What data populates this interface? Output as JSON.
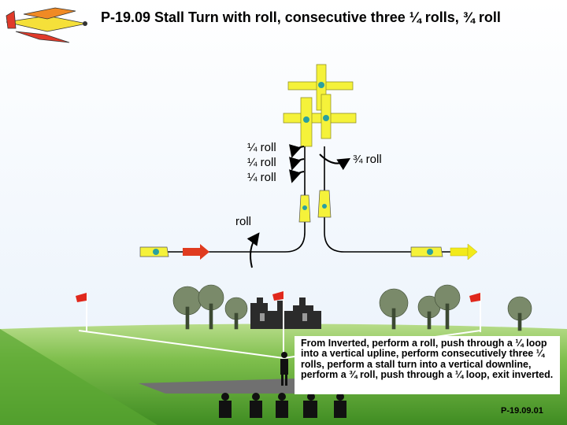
{
  "title": "P-19.09 Stall Turn with roll, consecutive three ¼ rolls, ¾ roll",
  "labels": {
    "quarter_roll_1": "¼  roll",
    "quarter_roll_2": "¼  roll",
    "quarter_roll_3": "¼  roll",
    "three_quarter_roll": "¾ roll",
    "roll": "roll"
  },
  "description": "From Inverted, perform a roll, push through a ¼ loop into a vertical upline, perform consecutively three ¼ rolls, perform a stall turn into a vertical downline, perform a ¾ roll, push through a ¼ loop, exit inverted.",
  "code": "P-19.09.01",
  "colors": {
    "sky": "#ffffff",
    "grass_far": "#9fcf6a",
    "grass_near": "#4e9a2a",
    "runway": "#6e6e6e",
    "entry_arrow": "#e03b1f",
    "exit_arrow": "#f2ea1a",
    "plane_yellow": "#f5f23a",
    "flag_red": "#e0281c"
  }
}
